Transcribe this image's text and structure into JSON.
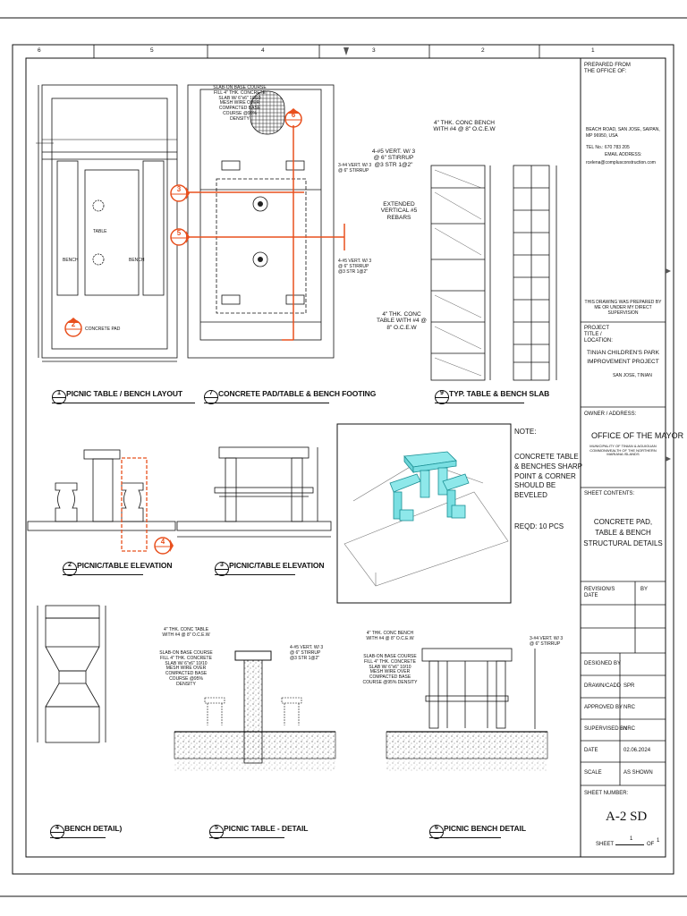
{
  "grid_numbers": [
    "6",
    "5",
    "4",
    "3",
    "2",
    "1"
  ],
  "views": {
    "v1": {
      "num": "1",
      "title": "PICNIC TABLE / BENCH LAYOUT",
      "labels": {
        "table": "TABLE",
        "bench_l": "BENCH",
        "bench_r": "BENCH",
        "pad": "CONCRETE PAD"
      }
    },
    "v7": {
      "num": "7",
      "title": "CONCRETE PAD/TABLE & BENCH FOOTING",
      "note_top": "SLAB-ON BASE COURSE FILL 4\" THK. CONCRETE SLAB W/ 6\"x6\" 10/10 MESH WIRE OVER COMPACTED BASE COURSE @95% DENSITY",
      "note_r1": "3-#4 VERT. W/ 3 @ 6\" STIRRUP",
      "note_r2": "4-#5 VERT. W/ 3 @ 6\" STIRRUP @3 STR 1@2\""
    },
    "v9": {
      "num": "9",
      "title": "TYP. TABLE & BENCH SLAB",
      "note1": "4\" THK. CONC BENCH WITH #4 @ 8\" O.C.E.W",
      "note2": "4-#5 VERT. W/ 3 @ 6\" STIRRUP @3 STR 1@2\"",
      "note3": "EXTENDED VERTICAL #5 REBARS",
      "note4": "4\" THK. CONC TABLE WITH #4 @ 8\" O.C.E.W"
    },
    "v2": {
      "num": "2",
      "title": "PICNIC/TABLE ELEVATION"
    },
    "v3": {
      "num": "3",
      "title": "PICNIC/TABLE ELEVATION"
    },
    "v4": {
      "num": "4",
      "title": "BENCH DETAIL)"
    },
    "v5": {
      "num": "5",
      "title": "PICNIC TABLE - DETAIL",
      "note_l1": "4\" THK. CONC TABLE WITH #4 @ 8\" O.C.E.W",
      "note_l2": "SLAB-ON BASE COURSE FILL 4\" THK. CONCRETE SLAB W/ 6\"x6\" 10/10 MESH WIRE OVER COMPACTED BASE COURSE @95% DENSITY",
      "note_r": "4-#5 VERT. W/ 3 @ 6\" STIRRUP @3 STR 1@2\""
    },
    "v6": {
      "num": "6",
      "title": "PICNIC BENCH DETAIL",
      "note_l1": "4\" THK. CONC BENCH WITH #4 @ 8\" O.C.E.W",
      "note_l2": "SLAB-ON BASE COURSE FILL 4\" THK. CONCRETE SLAB W/ 6\"x6\" 10/10 MESH WIRE OVER COMPACTED BASE COURSE @95% DENSITY",
      "note_r": "3-#4 VERT. W/ 3 @ 6\" STIRRUP"
    }
  },
  "callouts": [
    "6",
    "3",
    "5",
    "2",
    "4"
  ],
  "note": {
    "title": "NOTE:",
    "body": "CONCRETE TABLE & BENCHES SHARP POINT & CORNER SHOULD BE BEVELED",
    "qty": "REQD: 10 PCS"
  },
  "title_block": {
    "prepared_from": "PREPARED FROM THE OFFICE OF:",
    "address": "BEACH ROAD, SAN JOSE, SAIPAN, MP 96950, USA",
    "tel": "TEL No.: 670 783 205",
    "email_label": "EMAIL ADDRESS:",
    "email": "rcelena@complusconstruction.com",
    "prepared_by_note": "THIS DRAWING WAS PREPARED BY ME OR UNDER MY DIRECT SUPERVISION",
    "project_title_label": "PROJECT TITLE / LOCATION:",
    "project_title": "TINIAN CHILDREN'S PARK IMPROVEMENT PROJECT",
    "project_location": "SAN JOSE, TINIAN",
    "owner_label": "OWNER / ADDRESS:",
    "owner": "OFFICE OF THE MAYOR",
    "owner_sub": "MUNICIPALITY OF TINIAN & AGUIGUAN COMMONWEALTH OF THE NORTHERN MARIANA ISLANDS",
    "sheet_contents_label": "SHEET CONTENTS:",
    "sheet_contents": "CONCRETE PAD, TABLE & BENCH STRUCTURAL DETAILS",
    "revision_label": "REVISION/S DATE",
    "by_label": "BY",
    "designed_by_label": "DESIGNED BY",
    "designed_by": "",
    "drawn_label": "DRAWN/CADD",
    "drawn": "SPR",
    "approved_label": "APPROVED BY",
    "approved": "NRC",
    "supervised_label": "SUPERVISED BY",
    "supervised": "NRC",
    "date_label": "DATE",
    "date": "02.06.2024",
    "scale_label": "SCALE",
    "scale": "AS SHOWN",
    "sheet_number_label": "SHEET NUMBER:",
    "sheet_number": "A-2 SD",
    "sheet_label": "SHEET",
    "sheet_no": "1",
    "of_label": "OF",
    "sheet_total": "1"
  },
  "colors": {
    "callout": "#e8501e",
    "model_fill": "#8ee8ea",
    "line": "#111111"
  }
}
